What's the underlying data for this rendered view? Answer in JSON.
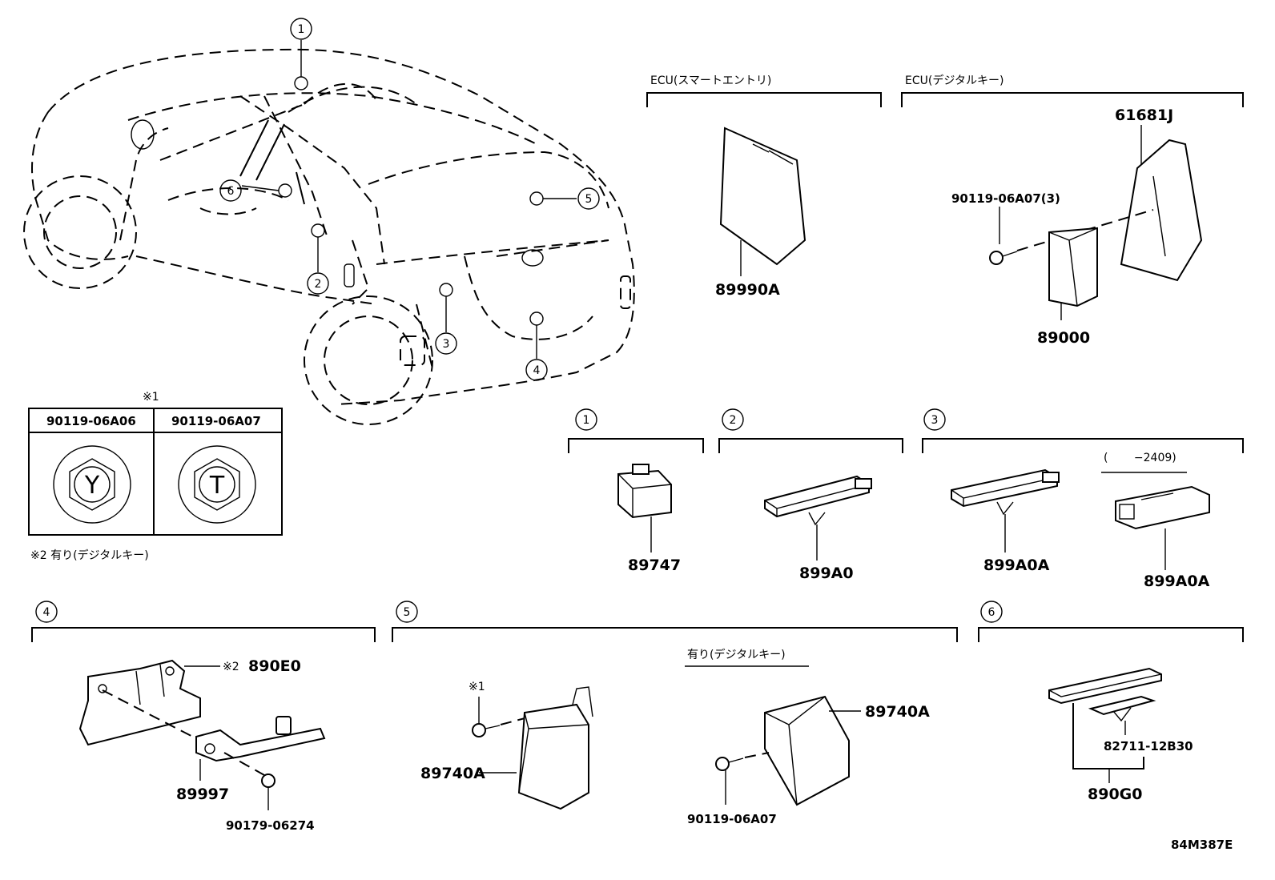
{
  "callouts": {
    "c1": "1",
    "c2": "2",
    "c3": "3",
    "c4": "4",
    "c5": "5",
    "c6": "6"
  },
  "groups": {
    "ecu_smart_entry": "ECU(スマートエントリ)",
    "ecu_digital_key": "ECU(デジタルキー)",
    "g1": "1",
    "g2": "2",
    "g3": "3",
    "g4": "4",
    "g5": "5",
    "g6": "6",
    "g3_period": "(　　 −2409)",
    "g5_note": "有り(デジタルキー)"
  },
  "parts": {
    "p89990A": "89990A",
    "p61681J": "61681J",
    "p90119_06A07_3": "90119-06A07(3)",
    "p89000": "89000",
    "p89747": "89747",
    "p899A0": "899A0",
    "p899A0A_1": "899A0A",
    "p899A0A_2": "899A0A",
    "p890E0": "890E0",
    "p89997": "89997",
    "p90179_06274": "90179-06274",
    "p89740A_1": "89740A",
    "p89740A_2": "89740A",
    "p90119_06A07": "90119-06A07",
    "p82711_12B30": "82711-12B30",
    "p890G0": "890G0"
  },
  "marks": {
    "ref1": "※1",
    "ref2": "※2",
    "ref1_b": "※1",
    "ref2_label": "※2"
  },
  "legend": {
    "mark": "※1",
    "col1": "90119-06A06",
    "col2": "90119-06A07",
    "col1_symbol": "Y",
    "col2_symbol": "T",
    "note": "※2  有り(デジタルキー)"
  },
  "diagram_id": "84M387E"
}
